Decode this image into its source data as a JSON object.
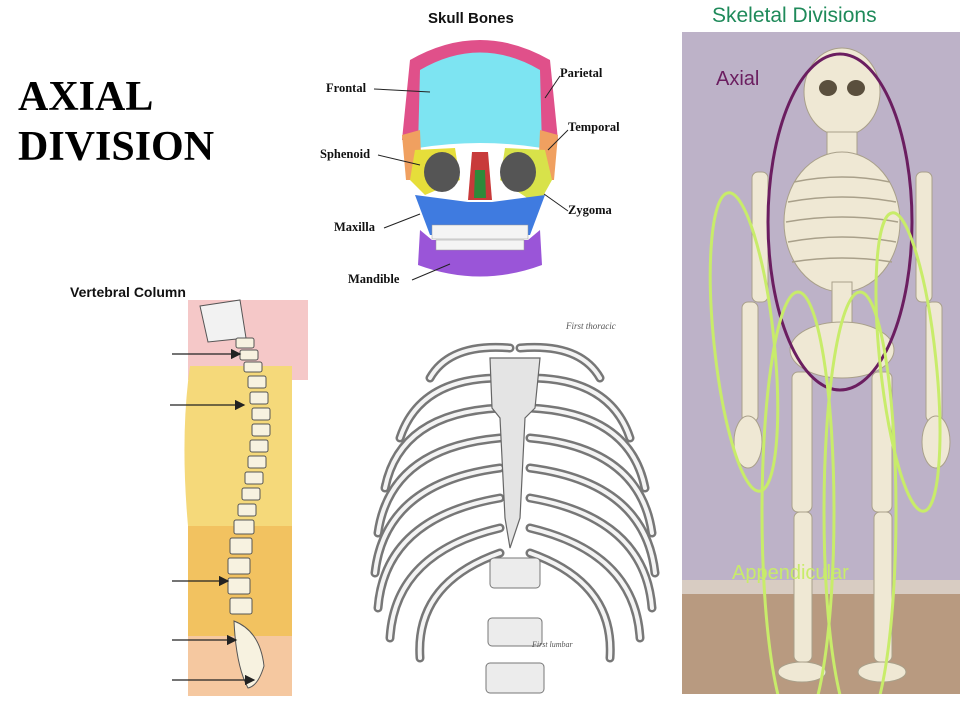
{
  "main_title": "AXIAL\nDIVISION",
  "skull": {
    "title": "Skull Bones",
    "labels": {
      "frontal": "Frontal",
      "parietal": "Parietal",
      "temporal": "Temporal",
      "sphenoid": "Sphenoid",
      "zygoma": "Zygoma",
      "maxilla": "Maxilla",
      "mandible": "Mandible"
    },
    "colors": {
      "frontal": "#7de4f2",
      "parietal": "#e0508a",
      "temporal": "#f0a060",
      "sphenoid": "#e6de3a",
      "zygoma": "#d8e24a",
      "maxilla": "#3f7be0",
      "mandible": "#9a55d8"
    }
  },
  "vertebral_column": {
    "title": "Vertebral Column",
    "colors": {
      "cervical": "#f5c8c8",
      "thoracic": "#f5d97a",
      "lumbar": "#f2c260",
      "sacral": "#f5c8a0"
    }
  },
  "rib_cage": {
    "label_top": "First thoracic",
    "label_bottom": "First lumbar"
  },
  "skeleton_photo": {
    "title": "Skeletal Divisions",
    "axial_label": "Axial",
    "appendicular_label": "Appendicular",
    "colors": {
      "title": "#1f8a5a",
      "axial": "#6b1e60",
      "appendicular": "#c8ec6a",
      "wall": "#bdb2c8",
      "floor": "#b89a80"
    }
  }
}
